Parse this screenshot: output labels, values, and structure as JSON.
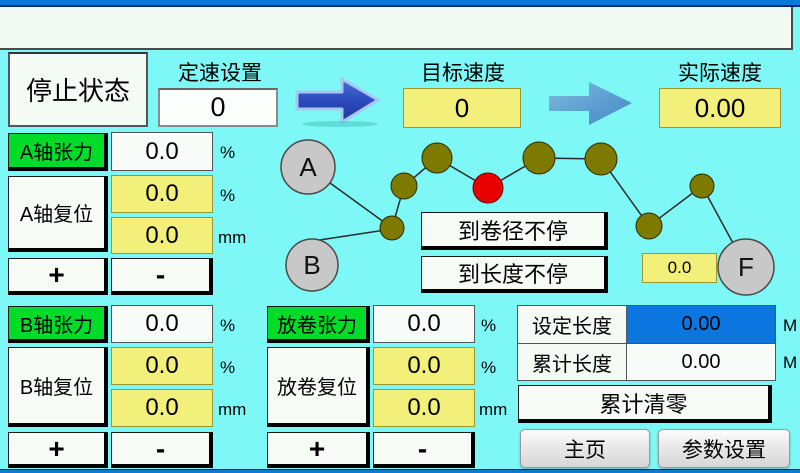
{
  "header": {
    "status": "停止状态",
    "speed_set_label": "定速设置",
    "speed_set_value": "0",
    "target_label": "目标速度",
    "target_value": "0",
    "actual_label": "实际速度",
    "actual_value": "0.00"
  },
  "axis_a": {
    "tension_label": "A轴张力",
    "tension_value": "0.0",
    "tension_unit": "%",
    "reset_label": "A轴复位",
    "reset_pct_value": "0.0",
    "reset_pct_unit": "%",
    "reset_mm_value": "0.0",
    "reset_mm_unit": "mm",
    "plus": "+",
    "minus": "-"
  },
  "axis_b": {
    "tension_label": "B轴张力",
    "tension_value": "0.0",
    "tension_unit": "%",
    "reset_label": "B轴复位",
    "reset_pct_value": "0.0",
    "reset_pct_unit": "%",
    "reset_mm_value": "0.0",
    "reset_mm_unit": "mm",
    "plus": "+",
    "minus": "-"
  },
  "unwind": {
    "tension_label": "放卷张力",
    "tension_value": "0.0",
    "tension_unit": "%",
    "reset_label": "放卷复位",
    "reset_pct_value": "0.0",
    "reset_pct_unit": "%",
    "reset_mm_value": "0.0",
    "reset_mm_unit": "mm",
    "plus": "+",
    "minus": "-"
  },
  "diagram": {
    "roll_a": "A",
    "roll_b": "B",
    "roll_f": "F",
    "btn_diameter": "到卷径不停",
    "btn_length": "到长度不停",
    "f_diameter_value": "0.0"
  },
  "length_panel": {
    "set_label": "设定长度",
    "set_value": "0.00",
    "set_unit": "M",
    "total_label": "累计长度",
    "total_value": "0.00",
    "total_unit": "M",
    "clear_label": "累计清零"
  },
  "nav": {
    "home": "主页",
    "params": "参数设置"
  },
  "colors": {
    "background": "#7DF8F6",
    "titlebar": "#0C78D8",
    "button_green": "#00DC28",
    "input_yellow": "#F3EF7B",
    "set_length_blue": "#0B76E0",
    "roller_olive": "#7E7A00",
    "roller_red": "#E90000",
    "roll_gray": "#C8C8C8"
  }
}
